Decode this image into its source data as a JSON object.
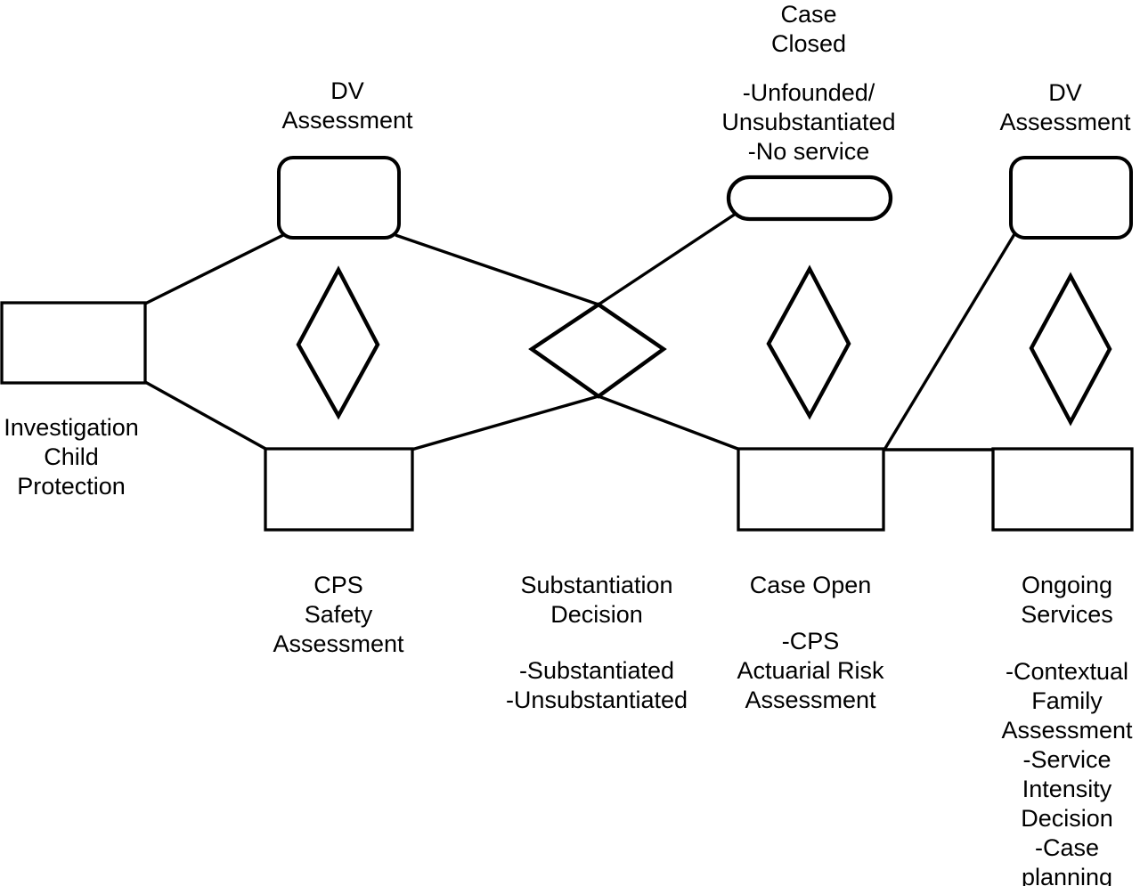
{
  "diagram_data": {
    "type": "flowchart",
    "colors": {
      "background": "#ffffff",
      "stroke": "#000000",
      "text": "#000000"
    },
    "nodes": {
      "investigation": {
        "shape": "rectangle",
        "label_position": "below",
        "label_lines": [
          "Investigation",
          "Child",
          "Protection"
        ]
      },
      "dv_assessment_left": {
        "shape": "rounded-rectangle",
        "label_position": "above",
        "label_lines": [
          "DV",
          "Assessment"
        ]
      },
      "safety_decision_diamond": {
        "shape": "diamond",
        "label_lines": []
      },
      "cps_safety_assessment": {
        "shape": "rectangle",
        "label_position": "below",
        "label_lines": [
          "CPS",
          "Safety",
          "Assessment"
        ]
      },
      "substantiation_decision_diamond": {
        "shape": "diamond",
        "label_position": "below",
        "label_lines": [
          "Substantiation",
          "Decision"
        ],
        "detail_lines": [
          "-Substantiated",
          "-Unsubstantiated"
        ]
      },
      "case_closed": {
        "shape": "stadium",
        "label_position": "above",
        "label_lines": [
          "Case",
          "Closed"
        ],
        "detail_lines": [
          "-Unfounded/",
          "Unsubstantiated",
          "-No service"
        ]
      },
      "risk_decision_diamond": {
        "shape": "diamond",
        "label_lines": []
      },
      "case_open": {
        "shape": "rectangle",
        "label_position": "below",
        "label_lines": [
          "Case Open"
        ],
        "detail_lines": [
          "-CPS",
          "Actuarial Risk",
          "Assessment"
        ]
      },
      "dv_assessment_right": {
        "shape": "rounded-rectangle",
        "label_position": "above",
        "label_lines": [
          "DV",
          "Assessment"
        ]
      },
      "service_decision_diamond": {
        "shape": "diamond",
        "label_lines": []
      },
      "ongoing_services": {
        "shape": "rectangle",
        "label_position": "below",
        "label_lines": [
          "Ongoing",
          "Services"
        ],
        "detail_lines": [
          "-Contextual",
          "Family",
          "Assessment",
          "-Service",
          "Intensity",
          "Decision",
          "-Case",
          "planning"
        ]
      }
    },
    "edges": [
      {
        "from": "investigation",
        "to": "dv_assessment_left"
      },
      {
        "from": "investigation",
        "to": "cps_safety_assessment"
      },
      {
        "from": "dv_assessment_left",
        "to": "substantiation_decision_diamond"
      },
      {
        "from": "cps_safety_assessment",
        "to": "substantiation_decision_diamond"
      },
      {
        "from": "substantiation_decision_diamond",
        "to": "case_closed"
      },
      {
        "from": "substantiation_decision_diamond",
        "to": "case_open"
      },
      {
        "from": "case_open",
        "to": "dv_assessment_right"
      },
      {
        "from": "case_open",
        "to": "ongoing_services"
      }
    ]
  }
}
